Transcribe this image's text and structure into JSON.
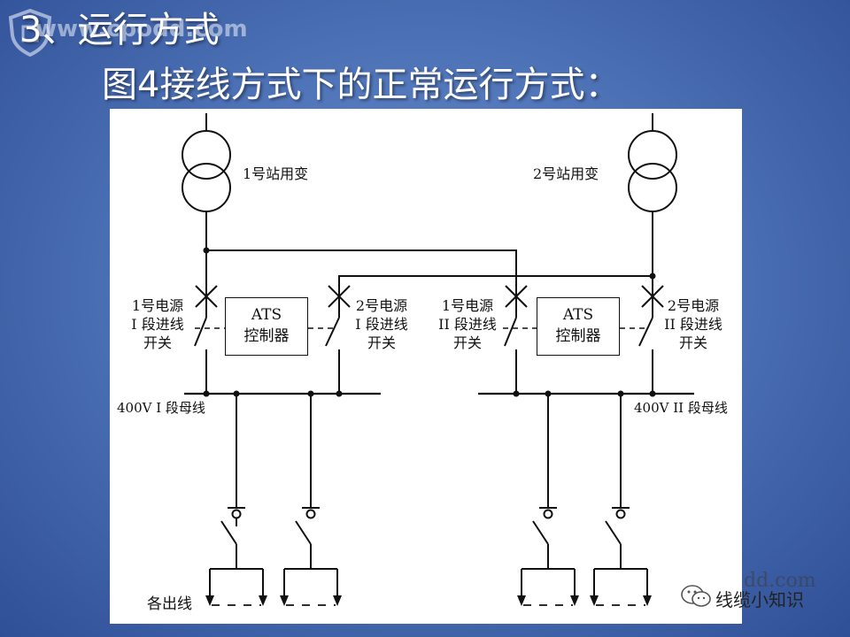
{
  "slide": {
    "title_line1": "3、运行方式",
    "title_line2": "图4接线方式下的正常运行方式：",
    "watermark_top": "www.cpodd.com",
    "watermark_bottom_text": "线缆小知识",
    "watermark_bottom_url": "dd.com"
  },
  "diagram": {
    "transformer_left_label": "1号站用变",
    "transformer_right_label": "2号站用变",
    "left_section": {
      "switch1_label": [
        "1号电源",
        "I 段进线",
        "开关"
      ],
      "switch2_label": [
        "2号电源",
        "I 段进线",
        "开关"
      ],
      "ats_line1": "ATS",
      "ats_line2": "控制器",
      "busbar_label": "400V I 段母线"
    },
    "right_section": {
      "switch1_label": [
        "1号电源",
        "II 段进线",
        "开关"
      ],
      "switch2_label": [
        "2号电源",
        "II 段进线",
        "开关"
      ],
      "ats_line1": "ATS",
      "ats_line2": "控制器",
      "busbar_label": "400V II 段母线"
    },
    "feeders_label": "各出线"
  }
}
